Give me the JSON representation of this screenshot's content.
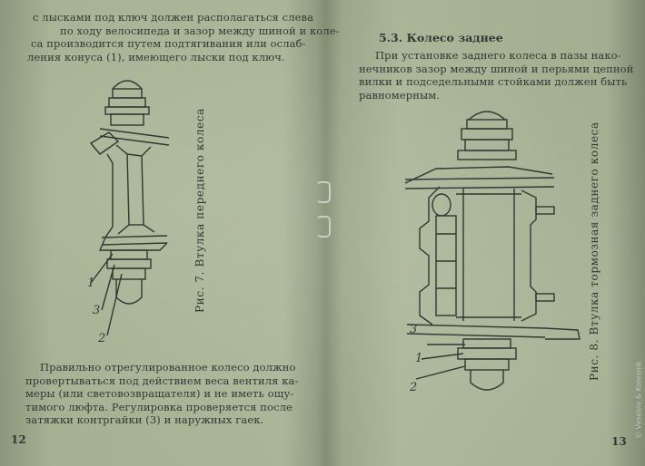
{
  "left_page": {
    "top_text": [
      "с лысками под ключ должен располагаться слева",
      "по ходу велосипеда и зазор между шиной и коле-",
      "са производится путем подтягивания или ослаб-",
      "ления конуса (1), имеющего лыски под ключ."
    ],
    "figure_caption": "Рис. 7. Втулка переднего колеса",
    "callouts": [
      "1",
      "3",
      "2"
    ],
    "bottom_text": [
      "Правильно отрегулированное колесо должно",
      "провертываться под действием веса вентиля ка-",
      "меры (или световозвращателя) и не иметь ощу-",
      "тимого люфта. Регулировка проверяется после",
      "затяжки контргайки (3) и наружных гаек."
    ],
    "page_number": "12"
  },
  "right_page": {
    "section_heading": "5.3. Колесо заднее",
    "intro_text": [
      "При установке заднего колеса в пазы нако-",
      "нечников зазор между шиной и перьями цепной",
      "вилки и подседельными стойками должен быть",
      "равномерным."
    ],
    "figure_caption": "Рис. 8. Втулка тормозная заднего колеса",
    "callouts": [
      "3",
      "1",
      "2"
    ],
    "page_number": "13"
  },
  "watermark": "© Veselov & Kolesnik"
}
